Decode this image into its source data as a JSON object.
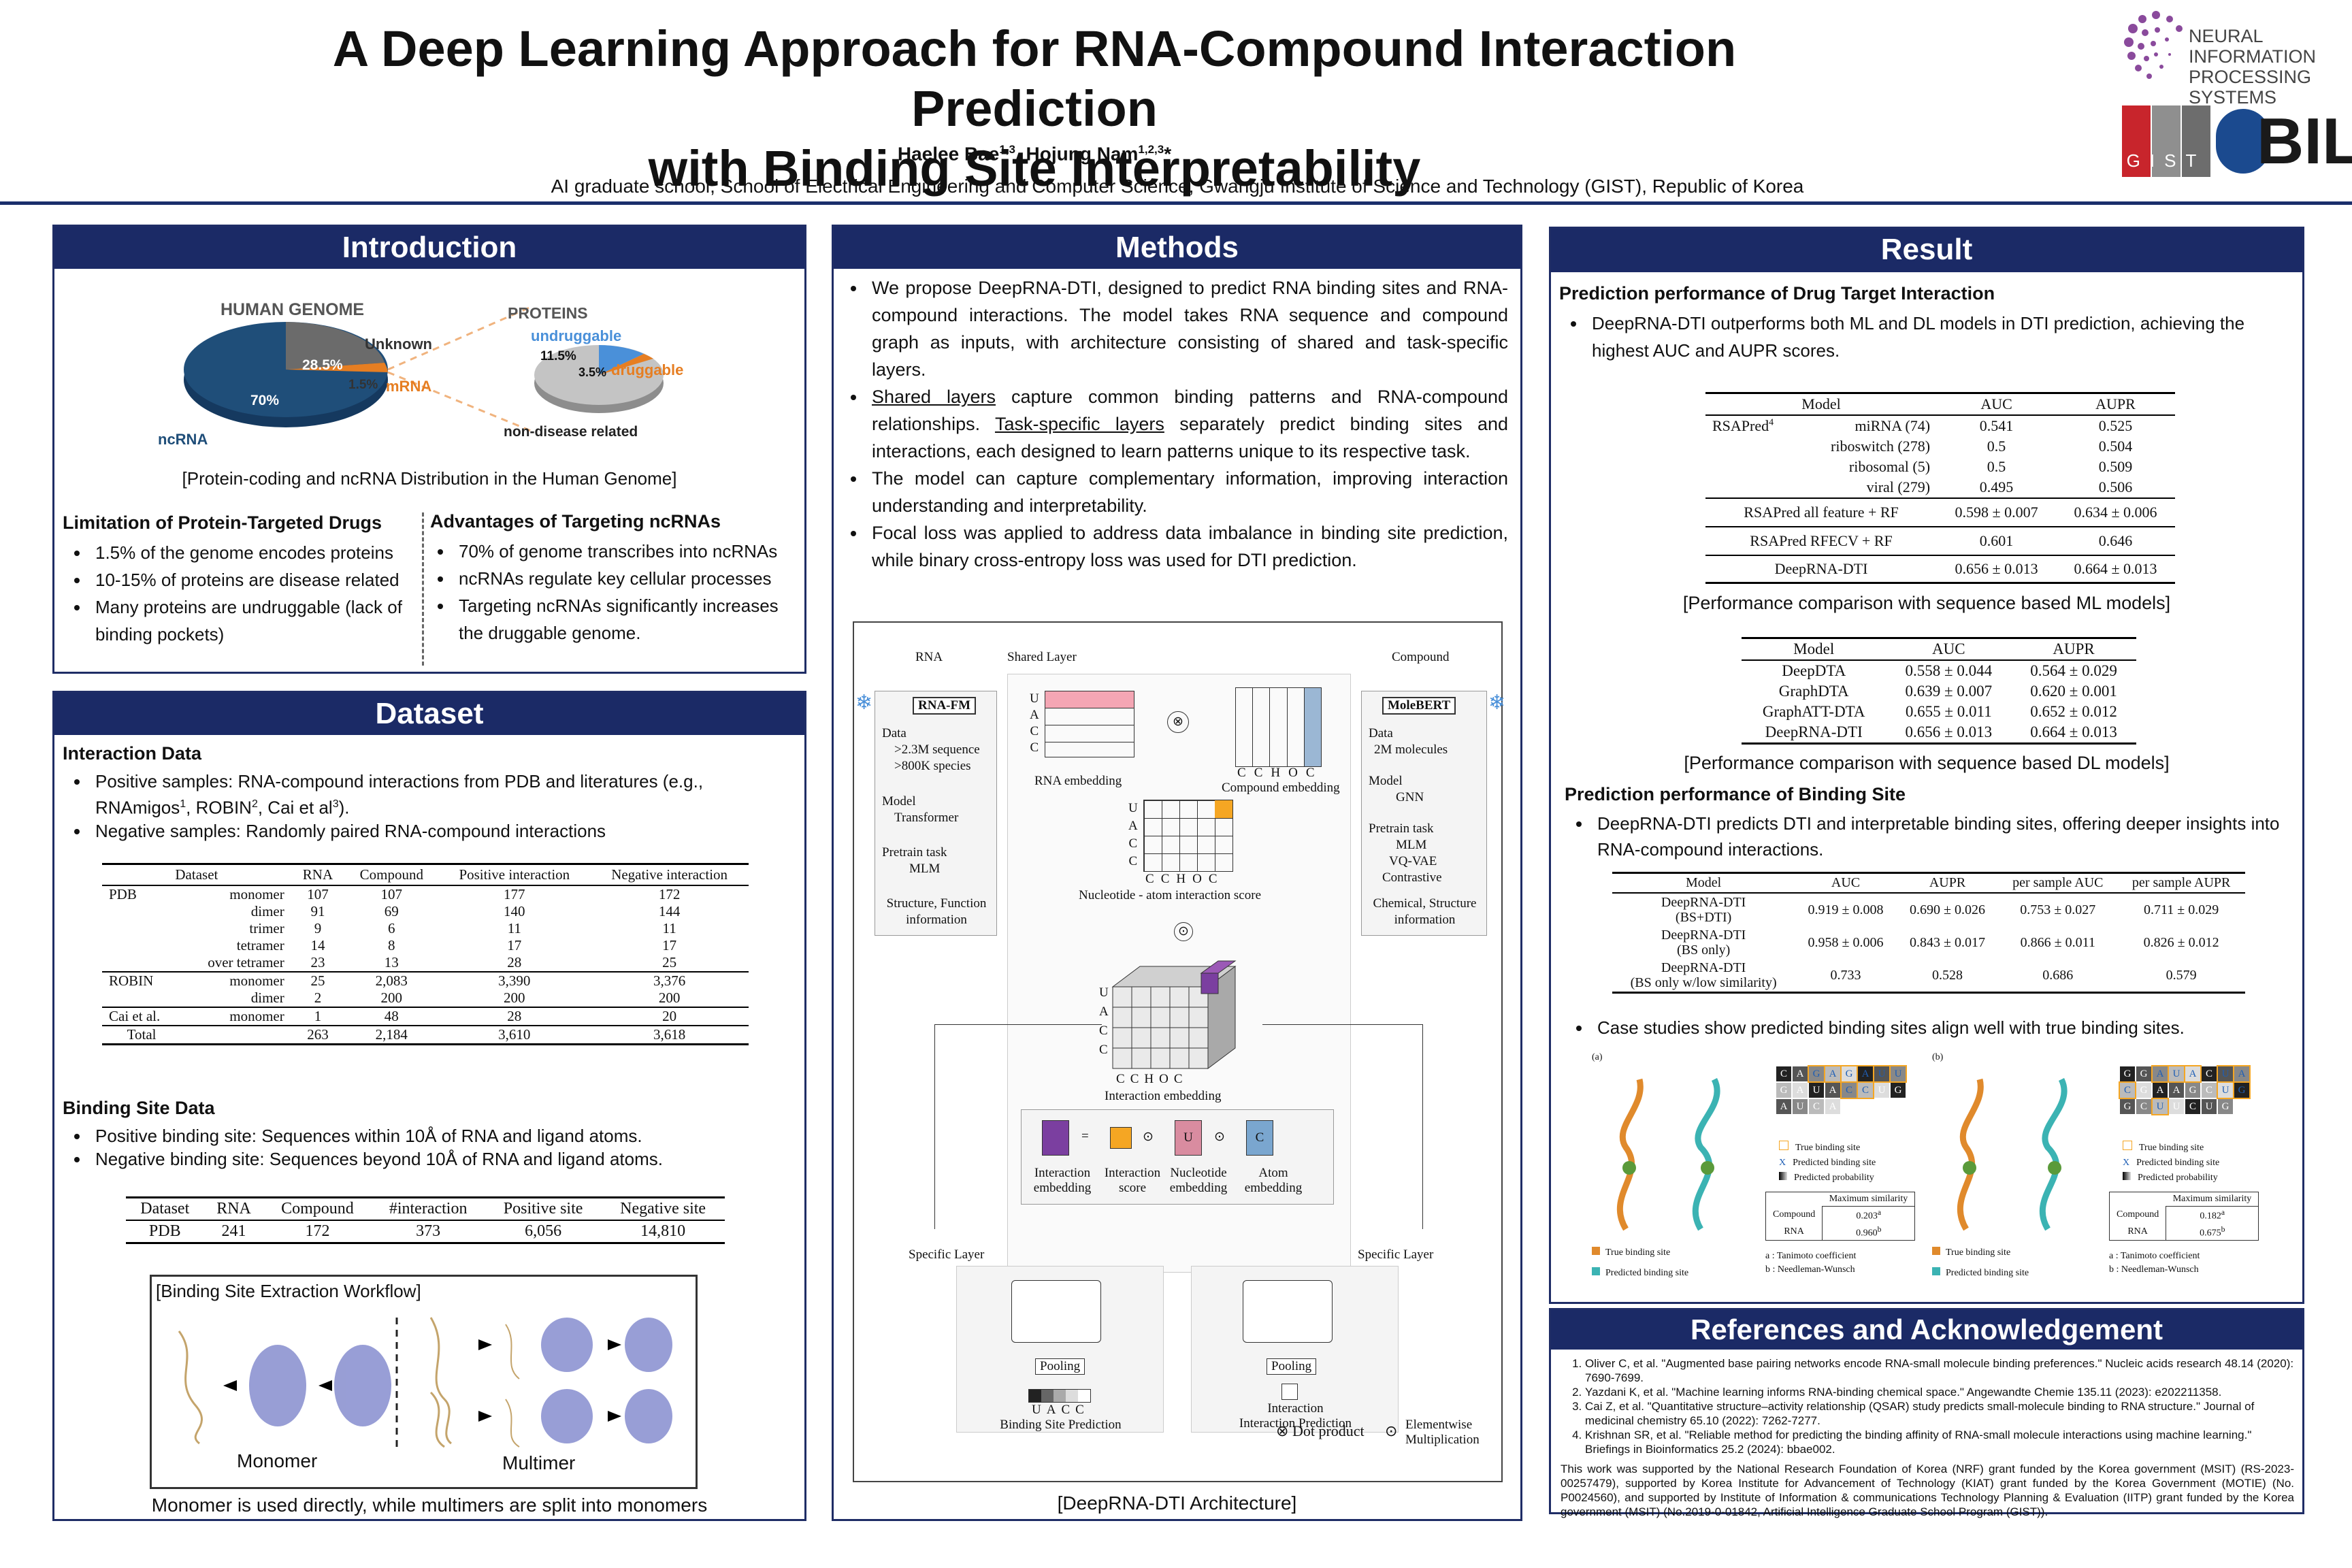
{
  "header": {
    "title_line1": "A Deep Learning Approach for RNA-Compound Interaction Prediction",
    "title_line2": "with Binding Site Interpretability",
    "authors": "Haelee Bae1,3, Hojung Nam1,2,3*",
    "affiliation": "AI graduate school, School of Electrical Engineering and Computer Science, Gwangju Institute of Science and Technology (GIST), Republic of Korea",
    "logo1_line1": "NEURAL INFORMATION",
    "logo1_line2": "PROCESSING SYSTEMS",
    "logo2": "GIST",
    "logo3": "BIL."
  },
  "intro": {
    "heading": "Introduction",
    "genome_title": "HUMAN GENOME",
    "proteins_title": "PROTEINS",
    "labels": {
      "unknown": "Unknown",
      "p285": "28.5%",
      "p15": "1.5%",
      "mrna": "mRNA",
      "p70": "70%",
      "ncrna": "ncRNA",
      "undruggable": "undruggable",
      "p115": "11.5%",
      "p35": "3.5%",
      "druggable": "druggable",
      "nondisease": "non-disease related"
    },
    "caption": "[Protein-coding and ncRNA Distribution in the Human Genome]",
    "limit_title": "Limitation of Protein-Targeted Drugs",
    "limits": [
      "1.5% of the genome encodes proteins",
      "10-15% of proteins are disease related",
      "Many proteins are undruggable  (lack of binding pockets)"
    ],
    "adv_title": "Advantages of Targeting ncRNAs",
    "advs": [
      "70% of genome transcribes into ncRNAs",
      "ncRNAs regulate key cellular processes",
      "Targeting ncRNAs significantly increases the druggable genome."
    ]
  },
  "dataset": {
    "heading": "Dataset",
    "interaction_title": "Interaction Data",
    "pos_line": "Positive samples: RNA-compound interactions from PDB and literatures (e.g., RNAmigos1, ROBIN2, Cai et al3).",
    "neg_line": "Negative samples: Randomly paired RNA-compound interactions",
    "t1_headers": [
      "Dataset",
      "",
      "RNA",
      "Compound",
      "Positive interaction",
      "Negative interaction"
    ],
    "t1_rows": [
      [
        "PDB",
        "monomer",
        "107",
        "107",
        "177",
        "172"
      ],
      [
        "",
        "dimer",
        "91",
        "69",
        "140",
        "144"
      ],
      [
        "",
        "trimer",
        "9",
        "6",
        "11",
        "11"
      ],
      [
        "",
        "tetramer",
        "14",
        "8",
        "17",
        "17"
      ],
      [
        "",
        "over tetramer",
        "23",
        "13",
        "28",
        "25"
      ],
      [
        "ROBIN",
        "monomer",
        "25",
        "2,083",
        "3,390",
        "3,376"
      ],
      [
        "",
        "dimer",
        "2",
        "200",
        "200",
        "200"
      ],
      [
        "Cai et al.",
        "monomer",
        "1",
        "48",
        "28",
        "20"
      ],
      [
        "Total",
        "",
        "263",
        "2,184",
        "3,610",
        "3,618"
      ]
    ],
    "bs_title": "Binding Site Data",
    "bs_pos": "Positive binding site: Sequences within 10Å of RNA and ligand atoms.",
    "bs_neg": "Negative binding site: Sequences beyond 10Å of RNA and ligand atoms.",
    "t2_headers": [
      "Dataset",
      "RNA",
      "Compound",
      "#interaction",
      "Positive site",
      "Negative site"
    ],
    "t2_row": [
      "PDB",
      "241",
      "172",
      "373",
      "6,056",
      "14,810"
    ],
    "workflow_title": "[Binding Site Extraction Workflow]",
    "monomer": "Monomer",
    "multimer": "Multimer",
    "workflow_caption": "Monomer is used directly, while multimers are split into monomers"
  },
  "methods": {
    "heading": "Methods",
    "b1": "We propose DeepRNA-DTI, designed to predict RNA binding sites and RNA-compound interactions. The model takes RNA sequence and compound graph as inputs, with architecture consisting of shared and task-specific layers.",
    "b2a": "Shared layers",
    "b2b": " capture common binding patterns and RNA-compound relationships. ",
    "b2c": "Task-specific layers",
    "b2d": " separately predict binding sites and interactions, each designed to learn patterns unique to its respective task.",
    "b3": "The model can capture complementary information, improving interaction understanding and interpretability.",
    "b4": "Focal loss was applied to address data imbalance in binding site prediction, while binary cross-entropy loss was used for DTI prediction.",
    "arch": {
      "rna": "RNA",
      "rnafm": "RNA-FM",
      "shared": "Shared Layer",
      "compound": "Compound",
      "molebert": "MoleBERT",
      "rna_data": "Data",
      "rna_d1": ">2.3M sequence",
      "rna_d2": ">800K species",
      "rna_model": "Model",
      "rna_m1": "Transformer",
      "rna_pt": "Pretrain task",
      "rna_pt1": "MLM",
      "rna_info": "Structure, Function information",
      "c_data": "Data",
      "c_d1": "2M molecules",
      "c_model": "Model",
      "c_m1": "GNN",
      "c_pt": "Pretrain task",
      "c_pt1": "MLM",
      "c_pt2": "VQ-VAE",
      "c_pt3": "Contrastive",
      "c_info": "Chemical, Structure information",
      "rna_emb": "RNA embedding",
      "cmp_emb": "Compound embedding",
      "nt_atom": "Nucleotide - atom interaction score",
      "int_emb": "Interaction embedding",
      "l_int": "Interaction embedding",
      "l_score": "Interaction score",
      "l_nt": "Nucleotide embedding",
      "l_atom": "Atom embedding",
      "specific": "Specific Layer",
      "pooling": "Pooling",
      "bsp": "Binding Site Prediction",
      "interaction": "Interaction",
      "ip": "Interaction Prediction",
      "dot": "Dot product",
      "elem": "Elementwise Multiplication",
      "seq": [
        "U",
        "A",
        "C",
        "C"
      ],
      "atoms": [
        "C",
        "C",
        "H",
        "O",
        "C"
      ]
    },
    "caption": "[DeepRNA-DTI Architecture]"
  },
  "result": {
    "heading": "Result",
    "dti_title": "Prediction performance of Drug Target Interaction",
    "dti_bullet": "DeepRNA-DTI outperforms both ML and DL models in DTI prediction, achieving the highest AUC and AUPR scores.",
    "ml_headers": [
      "Model",
      "AUC",
      "AUPR"
    ],
    "ml_rsapred": "RSAPred",
    "ml_sup": "4",
    "ml_rows": [
      [
        "miRNA (74)",
        "0.541",
        "0.525"
      ],
      [
        "riboswitch (278)",
        "0.5",
        "0.504"
      ],
      [
        "ribosomal (5)",
        "0.5",
        "0.509"
      ],
      [
        "viral (279)",
        "0.495",
        "0.506"
      ]
    ],
    "ml_rows2": [
      [
        "RSAPred all feature + RF",
        "0.598 ± 0.007",
        "0.634 ± 0.006"
      ],
      [
        "RSAPred RFECV + RF",
        "0.601",
        "0.646"
      ],
      [
        "DeepRNA-DTI",
        "0.656 ± 0.013",
        "0.664 ± 0.013"
      ]
    ],
    "ml_caption": "[Performance comparison with sequence based ML models]",
    "dl_headers": [
      "Model",
      "AUC",
      "AUPR"
    ],
    "dl_rows": [
      [
        "DeepDTA",
        "0.558 ± 0.044",
        "0.564 ± 0.029"
      ],
      [
        "GraphDTA",
        "0.639 ± 0.007",
        "0.620 ± 0.001"
      ],
      [
        "GraphATT-DTA",
        "0.655 ± 0.011",
        "0.652 ± 0.012"
      ],
      [
        "DeepRNA-DTI",
        "0.656 ± 0.013",
        "0.664 ± 0.013"
      ]
    ],
    "dl_caption": "[Performance comparison with sequence based DL models]",
    "bs_title": "Prediction performance of Binding Site",
    "bs_bullet": "DeepRNA-DTI predicts DTI and interpretable binding sites, offering deeper insights into RNA-compound interactions.",
    "bs_headers": [
      "Model",
      "AUC",
      "AUPR",
      "per sample AUC",
      "per sample AUPR"
    ],
    "bs_rows": [
      [
        "DeepRNA-DTI",
        "(BS+DTI)",
        "0.919 ± 0.008",
        "0.690 ± 0.026",
        "0.753 ± 0.027",
        "0.711 ± 0.029"
      ],
      [
        "DeepRNA-DTI",
        "(BS only)",
        "0.958 ± 0.006",
        "0.843 ± 0.017",
        "0.866 ± 0.011",
        "0.826 ± 0.012"
      ],
      [
        "DeepRNA-DTI",
        "(BS only w/low similarity)",
        "0.733",
        "0.528",
        "0.686",
        "0.579"
      ]
    ],
    "case_bullet": "Case studies show predicted binding sites align well with true binding sites.",
    "case": {
      "a": "(a)",
      "b": "(b)",
      "seq_a": [
        "C",
        "A",
        "G",
        "A",
        "G",
        "A",
        "U",
        "U",
        "G",
        "A",
        "U",
        "A",
        "C",
        "C",
        "U",
        "G",
        "A",
        "U",
        "C",
        "A"
      ],
      "seq_b": [
        "G",
        "G",
        "A",
        "U",
        "A",
        "C",
        "U",
        "A",
        "C",
        "G",
        "A",
        "A",
        "G",
        "C",
        "U",
        "G",
        "G",
        "C",
        "U",
        "U",
        "C",
        "U",
        "G"
      ],
      "true_bs": "True binding site",
      "pred_bs": "Predicted binding site",
      "pred_prob": "Predicted probability",
      "max_sim": "Maximum similarity",
      "compound": "Compound",
      "rna": "RNA",
      "a_cmp": "0.203",
      "a_rna": "0.960",
      "b_cmp": "0.182",
      "b_rna": "0.675",
      "sup_a": "a",
      "sup_b": "b",
      "note_a": "a : Tanimoto coefficient",
      "note_b": "b : Needleman-Wunsch"
    }
  },
  "refs": {
    "heading": "References and Acknowledgement",
    "items": [
      "Oliver C, et al. \"Augmented base pairing networks encode RNA-small molecule binding preferences.\" Nucleic acids research 48.14 (2020): 7690-7699.",
      "Yazdani K, et al. \"Machine learning informs RNA-binding chemical space.\" Angewandte Chemie 135.11 (2023): e202211358.",
      "Cai Z, et al. \"Quantitative structure–activity relationship (QSAR) study predicts small-molecule binding to RNA structure.\" Journal of medicinal chemistry 65.10 (2022): 7262-7277.",
      "Krishnan SR, et al. \"Reliable method for predicting the binding affinity of RNA-small molecule interactions using machine learning.\" Briefings in Bioinformatics 25.2 (2024): bbae002."
    ],
    "ack": "This work was supported by the National Research Foundation of Korea (NRF) grant funded by the Korea government (MSIT) (RS-2023-00257479), supported by Korea Institute for Advancement of Technology (KIAT) grant funded by the Korea Government (MOTIE) (No. P0024560), and supported by Institute of Information & communications Technology Planning & Evaluation (IITP) grant funded by the Korea government (MSIT) (No.2019-0-01842, Artificial Intelligence Graduate School Program (GIST))."
  },
  "colors": {
    "navy": "#1b2a66",
    "ncrna": "#1f4e79",
    "mrna_orange": "#e67e22",
    "undruggable_blue": "#4a90d9",
    "pink": "#f4a6b4",
    "blue_col": "#9bb7d4",
    "purple": "#7b3fa0",
    "orange_sq": "#f5a623"
  }
}
